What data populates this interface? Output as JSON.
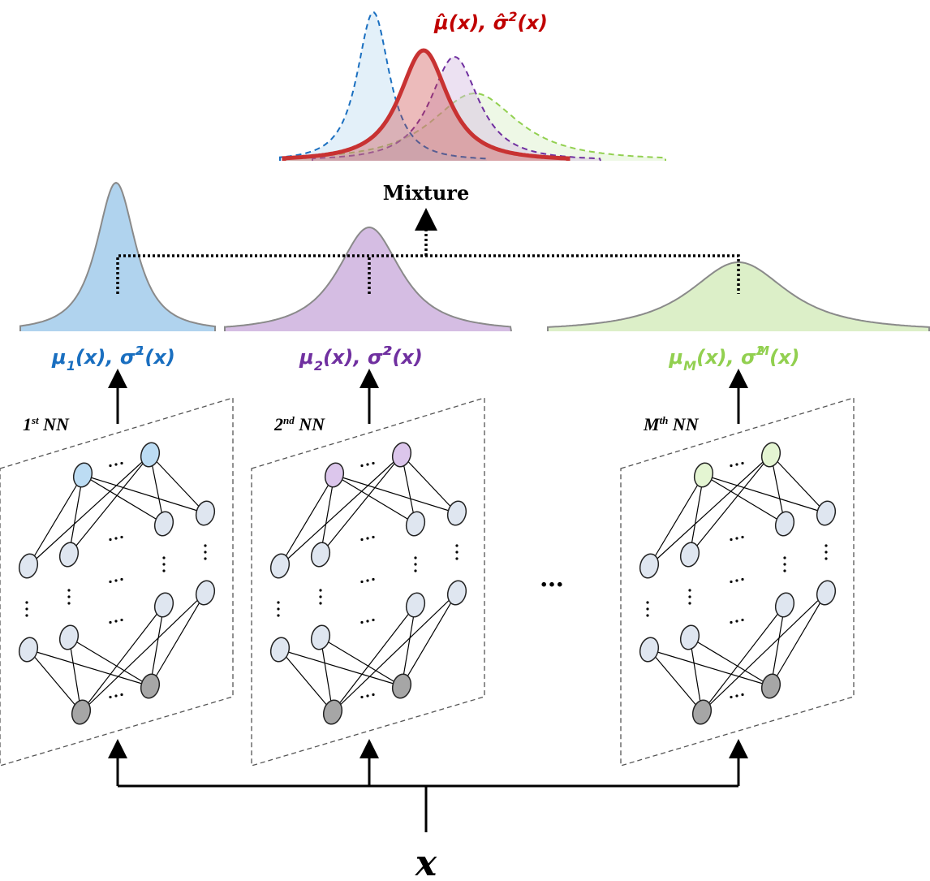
{
  "mixture": {
    "label": "Mixture",
    "output": {
      "mu": "μ̂",
      "mid": "(x), ",
      "sigma": "σ̂",
      "sq": "2",
      "end": "(x)"
    },
    "color": "#c00000"
  },
  "labels": {
    "mu": "μ",
    "mid": "(x), ",
    "sigma": "σ",
    "sq": "2",
    "end": "(x)"
  },
  "models": [
    {
      "num": "1",
      "sup": "st",
      "suffix": " NN",
      "sub": "1",
      "color": "#1a6fc0",
      "fill": "#b0d3ee",
      "node_fill": "#bcdcf3"
    },
    {
      "num": "2",
      "sup": "nd",
      "suffix": " NN",
      "sub": "2",
      "color": "#7030a0",
      "fill": "#d5bde3",
      "node_fill": "#dcc6ec"
    },
    {
      "num": "M",
      "sup": "th",
      "suffix": " NN",
      "sub": "M",
      "color": "#92d050",
      "fill": "#dcefc8",
      "node_fill": "#e4f5d2"
    }
  ],
  "between_models": "…",
  "input": "x"
}
